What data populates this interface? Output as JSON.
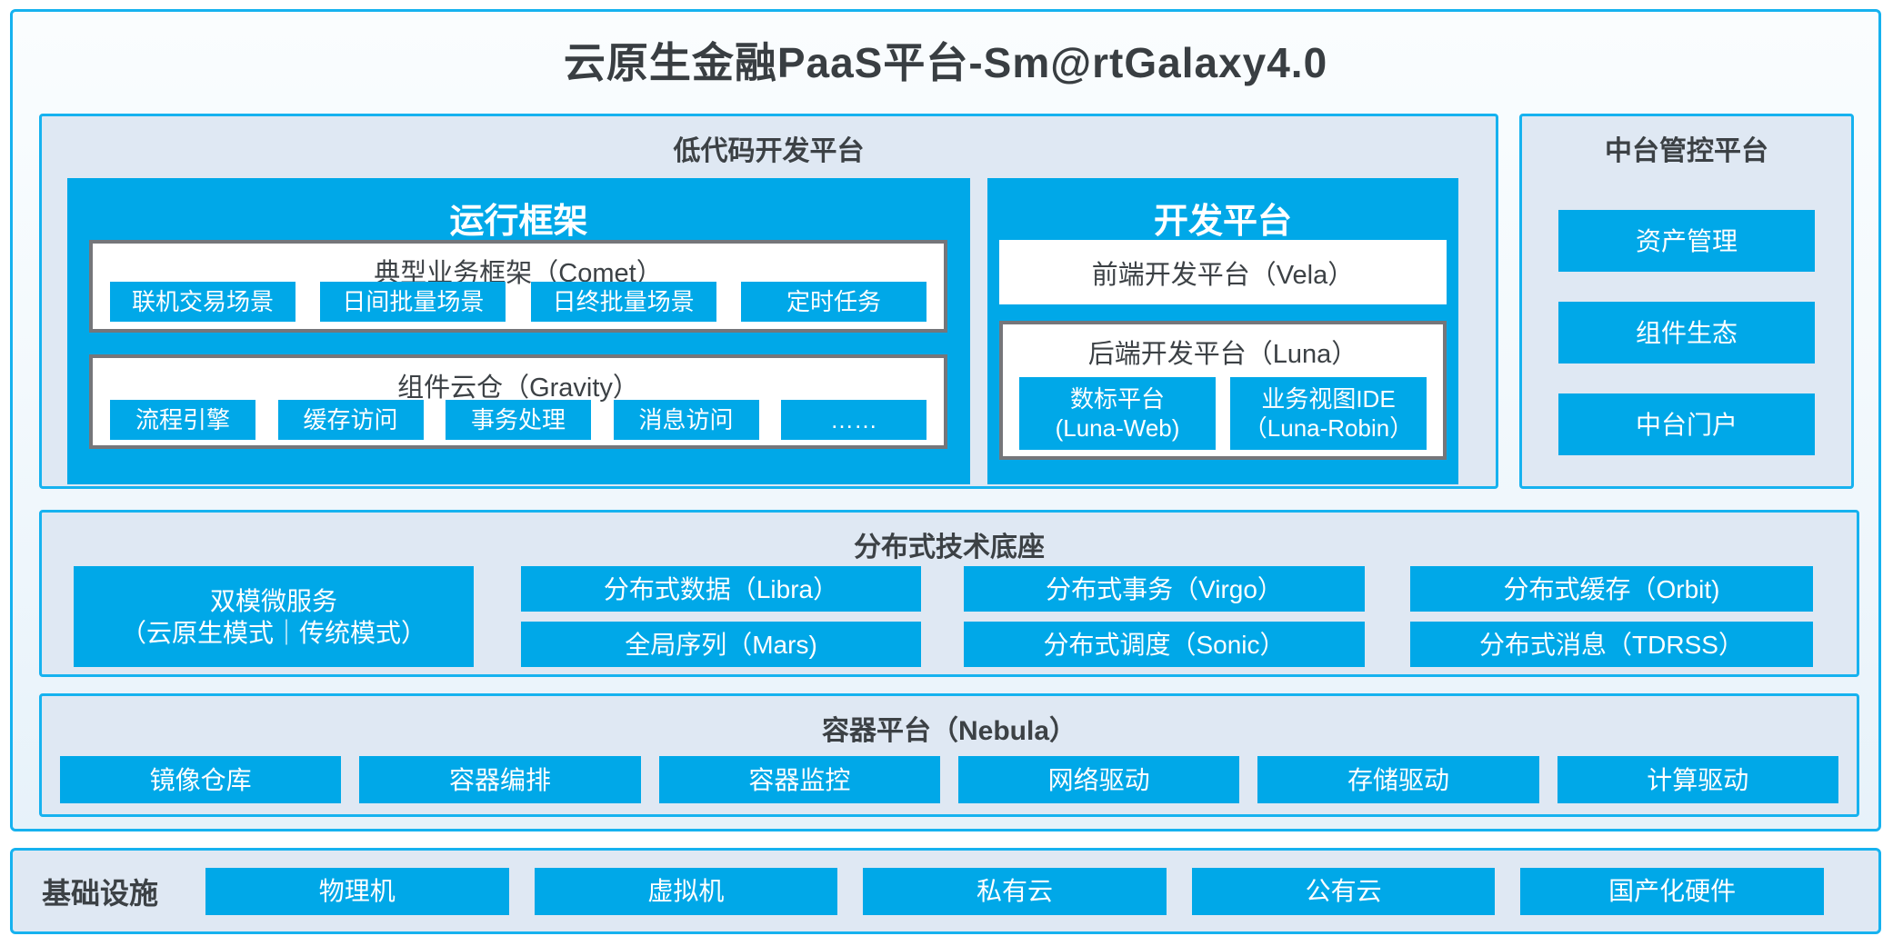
{
  "title": "云原生金融PaaS平台-Sm@rtGalaxy4.0",
  "colors": {
    "cyan": "#00a8e8",
    "cyan-border": "#16b2ef",
    "panel": "#dfe8f3",
    "frame-border": "#75767a",
    "dark": "#3c4145"
  },
  "low_code": {
    "title": "低代码开发平台",
    "runtime": {
      "title": "运行框架",
      "comet": {
        "title": "典型业务框架（Comet）",
        "items": [
          "联机交易场景",
          "日间批量场景",
          "日终批量场景",
          "定时任务"
        ]
      },
      "gravity": {
        "title": "组件云仓（Gravity）",
        "items": [
          "流程引擎",
          "缓存访问",
          "事务处理",
          "消息访问",
          "……"
        ]
      }
    },
    "dev": {
      "title": "开发平台",
      "vela": "前端开发平台（Vela）",
      "luna": {
        "title": "后端开发平台（Luna）",
        "items": [
          {
            "line1": "数标平台",
            "line2": "(Luna-Web)"
          },
          {
            "line1": "业务视图IDE",
            "line2": "（Luna-Robin）"
          }
        ]
      }
    }
  },
  "midstage": {
    "title": "中台管控平台",
    "items": [
      "资产管理",
      "组件生态",
      "中台门户"
    ]
  },
  "distributed": {
    "title": "分布式技术底座",
    "dual_mode": {
      "line1": "双模微服务",
      "line2": "（云原生模式｜传统模式）"
    },
    "columns": [
      [
        "分布式数据（Libra）",
        "全局序列（Mars)"
      ],
      [
        "分布式事务（Virgo）",
        "分布式调度（Sonic）"
      ],
      [
        "分布式缓存（Orbit)",
        "分布式消息（TDRSS）"
      ]
    ]
  },
  "container_platform": {
    "title": "容器平台（Nebula）",
    "items": [
      "镜像仓库",
      "容器编排",
      "容器监控",
      "网络驱动",
      "存储驱动",
      "计算驱动"
    ]
  },
  "infrastructure": {
    "title": "基础设施",
    "items": [
      "物理机",
      "虚拟机",
      "私有云",
      "公有云",
      "国产化硬件"
    ]
  }
}
